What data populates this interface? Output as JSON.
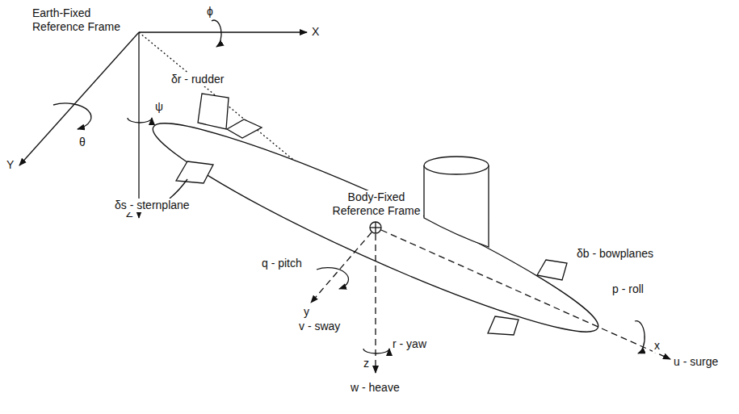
{
  "diagram": {
    "labels": [
      "Earth-Fixed Reference Frame",
      "ϕ",
      "X",
      "Y",
      "θ",
      "Z",
      "ψ",
      "δr - rudder",
      "δs - sternplane",
      "Body-Fixed Reference Frame",
      "δb - bowplanes",
      "p - roll",
      "x",
      "u - surge",
      "q - pitch",
      "y",
      "v - sway",
      "r - yaw",
      "z",
      "w - heave"
    ]
  }
}
